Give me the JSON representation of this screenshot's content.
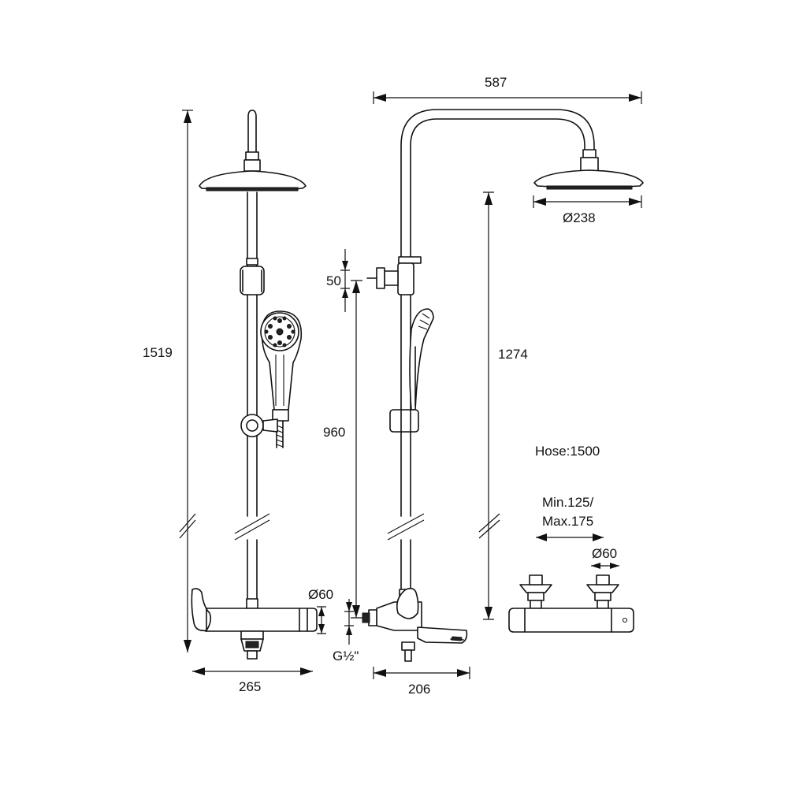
{
  "dimensions": {
    "front_total_height": "1519",
    "front_width": "265",
    "front_connection_diameter": "Ø60",
    "side_arm_width": "587",
    "head_diameter": "Ø238",
    "side_height_to_head": "1274",
    "wall_bracket_offset": "50",
    "outlet_to_bracket_height": "960",
    "inlet_thread": "G½\"",
    "side_depth": "206",
    "hose_length": "Hose:1500",
    "spacing_min": "Min.125/",
    "spacing_max": "Max.175",
    "detail_connection_diameter": "Ø60"
  }
}
